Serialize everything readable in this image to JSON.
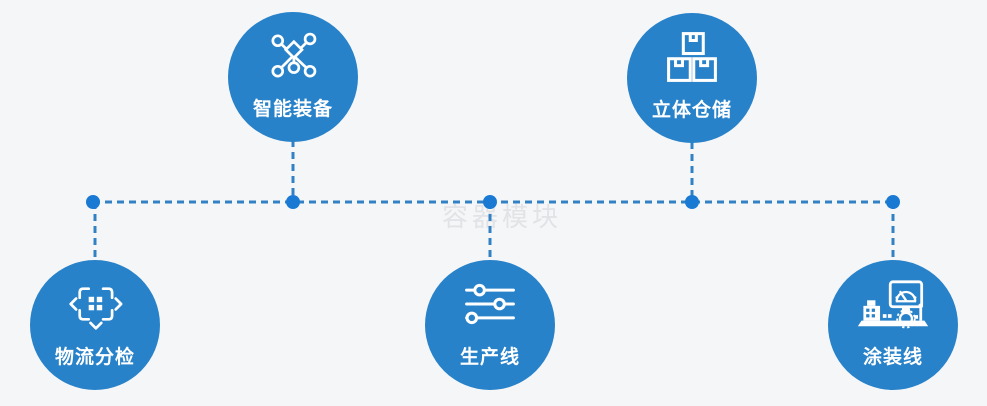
{
  "diagram": {
    "watermark": "容器模块",
    "nodes": [
      {
        "id": "smart-equipment",
        "label": "智能装备",
        "icon": "network-nodes-icon",
        "position": "top-left"
      },
      {
        "id": "stereo-warehouse",
        "label": "立体仓储",
        "icon": "stacked-boxes-icon",
        "position": "top-right"
      },
      {
        "id": "logistics-sorting",
        "label": "物流分检",
        "icon": "sorting-arrows-icon",
        "position": "bottom-left"
      },
      {
        "id": "production-line",
        "label": "生产线",
        "icon": "sliders-icon",
        "position": "bottom-center"
      },
      {
        "id": "painting-line",
        "label": "涂装线",
        "icon": "machine-monitor-icon",
        "position": "bottom-right"
      }
    ],
    "colors": {
      "background": "#f5f6f7",
      "circle": "#2882c9",
      "connector": "#3381c5",
      "junction_dot": "#1a7ad3",
      "label_text": "#ffffff",
      "watermark_text": "#e2e3e6"
    }
  }
}
